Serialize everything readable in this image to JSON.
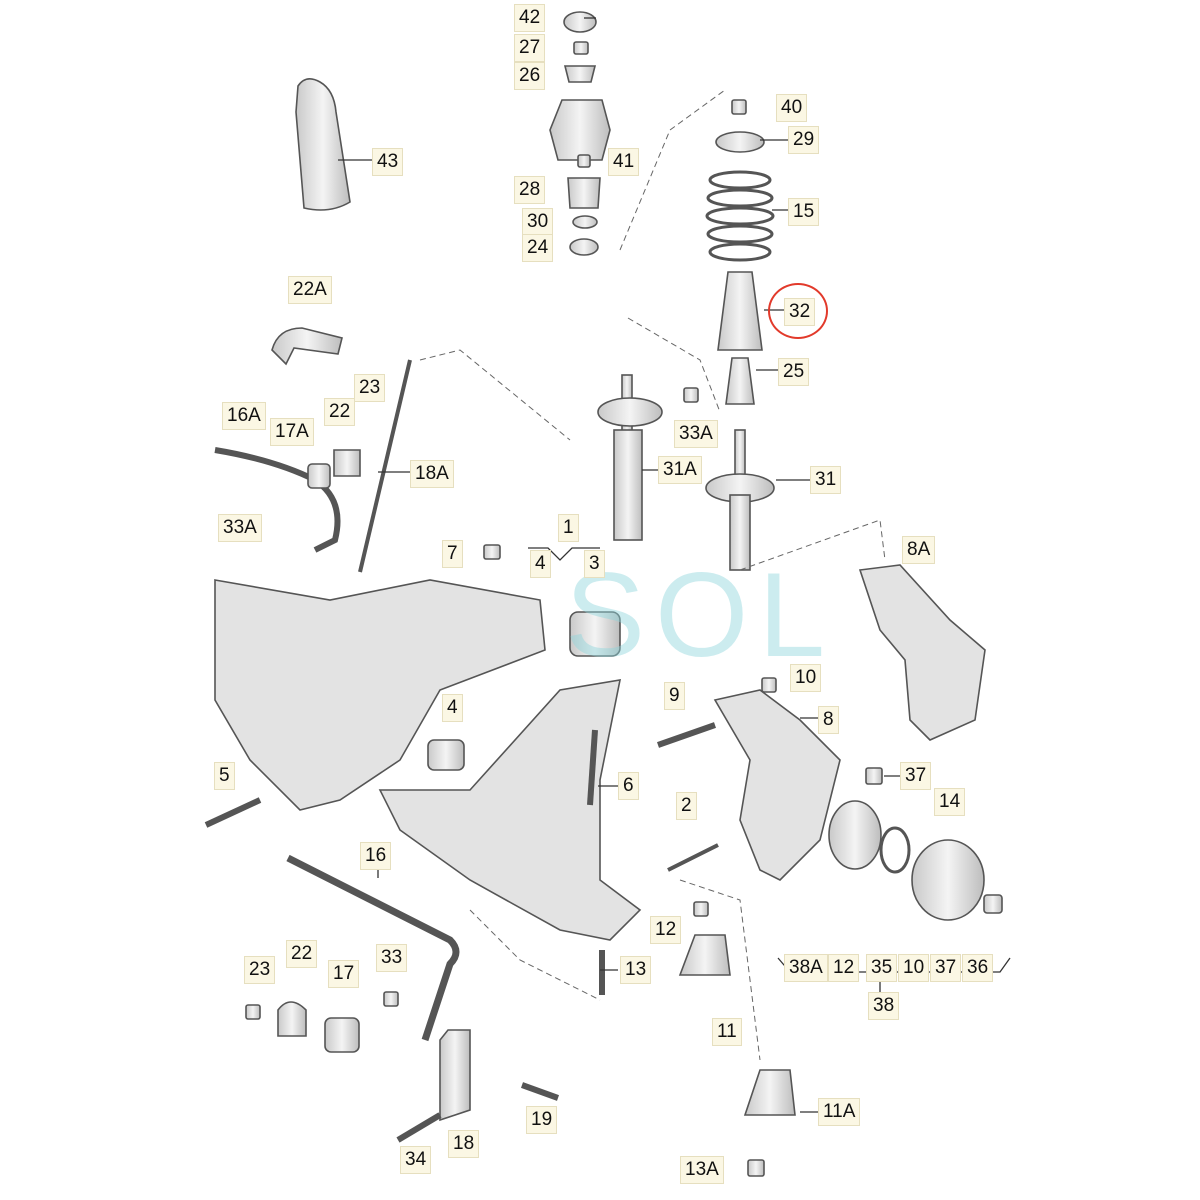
{
  "callouts": [
    {
      "id": "42",
      "label": "42"
    },
    {
      "id": "27",
      "label": "27"
    },
    {
      "id": "26",
      "label": "26"
    },
    {
      "id": "43",
      "label": "43"
    },
    {
      "id": "40",
      "label": "40"
    },
    {
      "id": "29",
      "label": "29"
    },
    {
      "id": "41",
      "label": "41"
    },
    {
      "id": "28",
      "label": "28"
    },
    {
      "id": "15",
      "label": "15"
    },
    {
      "id": "30",
      "label": "30"
    },
    {
      "id": "24",
      "label": "24"
    },
    {
      "id": "22A",
      "label": "22A"
    },
    {
      "id": "32",
      "label": "32"
    },
    {
      "id": "25",
      "label": "25"
    },
    {
      "id": "23-top",
      "label": "23"
    },
    {
      "id": "22-top",
      "label": "22"
    },
    {
      "id": "16A",
      "label": "16A"
    },
    {
      "id": "17A",
      "label": "17A"
    },
    {
      "id": "33A-top",
      "label": "33A"
    },
    {
      "id": "18A",
      "label": "18A"
    },
    {
      "id": "31A",
      "label": "31A"
    },
    {
      "id": "31",
      "label": "31"
    },
    {
      "id": "33A-left",
      "label": "33A"
    },
    {
      "id": "1",
      "label": "1"
    },
    {
      "id": "7",
      "label": "7"
    },
    {
      "id": "4-top",
      "label": "4"
    },
    {
      "id": "3",
      "label": "3"
    },
    {
      "id": "8A",
      "label": "8A"
    },
    {
      "id": "10-top",
      "label": "10"
    },
    {
      "id": "9",
      "label": "9"
    },
    {
      "id": "8",
      "label": "8"
    },
    {
      "id": "4-mid",
      "label": "4"
    },
    {
      "id": "5",
      "label": "5"
    },
    {
      "id": "6",
      "label": "6"
    },
    {
      "id": "37-top",
      "label": "37"
    },
    {
      "id": "14",
      "label": "14"
    },
    {
      "id": "2",
      "label": "2"
    },
    {
      "id": "16",
      "label": "16"
    },
    {
      "id": "12-mid",
      "label": "12"
    },
    {
      "id": "23-bottom",
      "label": "23"
    },
    {
      "id": "22-bottom",
      "label": "22"
    },
    {
      "id": "33",
      "label": "33"
    },
    {
      "id": "17",
      "label": "17"
    },
    {
      "id": "13",
      "label": "13"
    },
    {
      "id": "11",
      "label": "11"
    },
    {
      "id": "38A",
      "label": "38A"
    },
    {
      "id": "12-group",
      "label": "12"
    },
    {
      "id": "35",
      "label": "35"
    },
    {
      "id": "10-group",
      "label": "10"
    },
    {
      "id": "37-group",
      "label": "37"
    },
    {
      "id": "36",
      "label": "36"
    },
    {
      "id": "38",
      "label": "38"
    },
    {
      "id": "19",
      "label": "19"
    },
    {
      "id": "11A",
      "label": "11A"
    },
    {
      "id": "34",
      "label": "34"
    },
    {
      "id": "18",
      "label": "18"
    },
    {
      "id": "13A",
      "label": "13A"
    }
  ],
  "watermark": {
    "text": "SOL"
  },
  "highlight": {
    "target": "32",
    "color": "#e23a2b"
  },
  "colors": {
    "line": "#333333",
    "part_fill": "#e9e9e9",
    "part_stroke": "#555555",
    "callout_bg": "#fbf7e4",
    "watermark": "#8fd6dc"
  }
}
